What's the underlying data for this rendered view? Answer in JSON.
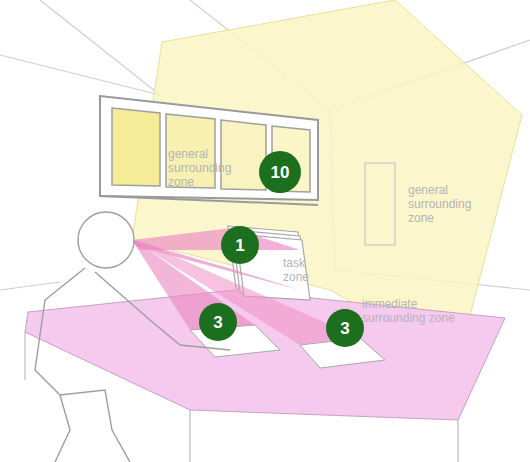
{
  "diagram": {
    "nodes": [
      {
        "text": [
          "10"
        ]
      },
      {
        "text": [
          "1"
        ]
      },
      {
        "text": [
          "3"
        ]
      },
      {
        "text": [
          "3"
        ]
      }
    ],
    "labels": [
      "general surrounding zone",
      "general surrounding zone",
      "task zone",
      "immediate surrounding zone"
    ]
  }
}
